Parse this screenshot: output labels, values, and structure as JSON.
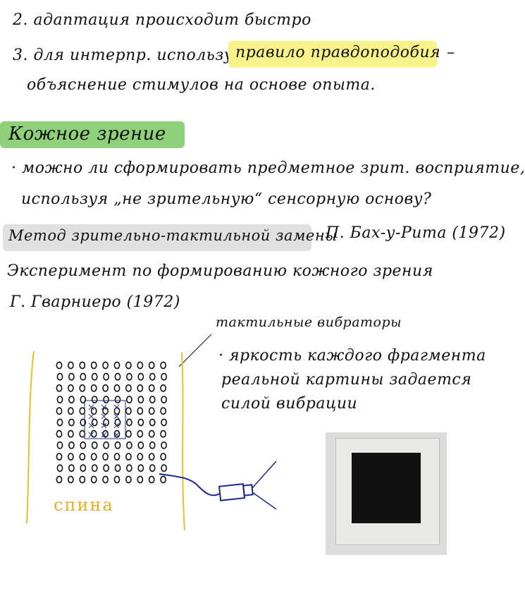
{
  "notes": {
    "line_2": "2. адаптация происходит быстро",
    "line_3_prefix": "3. для интерпр. используется",
    "line_3_highlight": "правило правдоподобия",
    "line_3_dash": "–",
    "line_3_cont": "объяснение стимулов на основе опыта.",
    "heading_1": "Кожное зрение",
    "bullet_1a": "· можно ли сформировать предметное зрит. восприятие,",
    "bullet_1b": "используя „не зрительную“ сенсорную основу?",
    "heading_2": "Метод зрительно-тактильной замены",
    "heading_2_author": "П. Бах-у-Рита (1972)",
    "experiment": "Эксперимент по формированию кожного зрения",
    "experiment_author": "Г. Гварниеро (1972)",
    "label_vibrators": "тактильные вибраторы",
    "bullet_2a": "· яркость каждого фрагмента",
    "bullet_2b": "реальной картины задается",
    "bullet_2c": "силой вибрации",
    "label_back": "спина"
  },
  "colors": {
    "yellow_highlight": "#f7f28a",
    "green_highlight": "#8fd17b",
    "gray_highlight": "#e1e1e1",
    "back_label": "#e0b222",
    "back_lines": "#e8c02a",
    "camera": "#1a2a8a"
  },
  "picture": {
    "frame": "#dcdcdc",
    "canvas": "#e9e9e6",
    "square": "#111111"
  }
}
